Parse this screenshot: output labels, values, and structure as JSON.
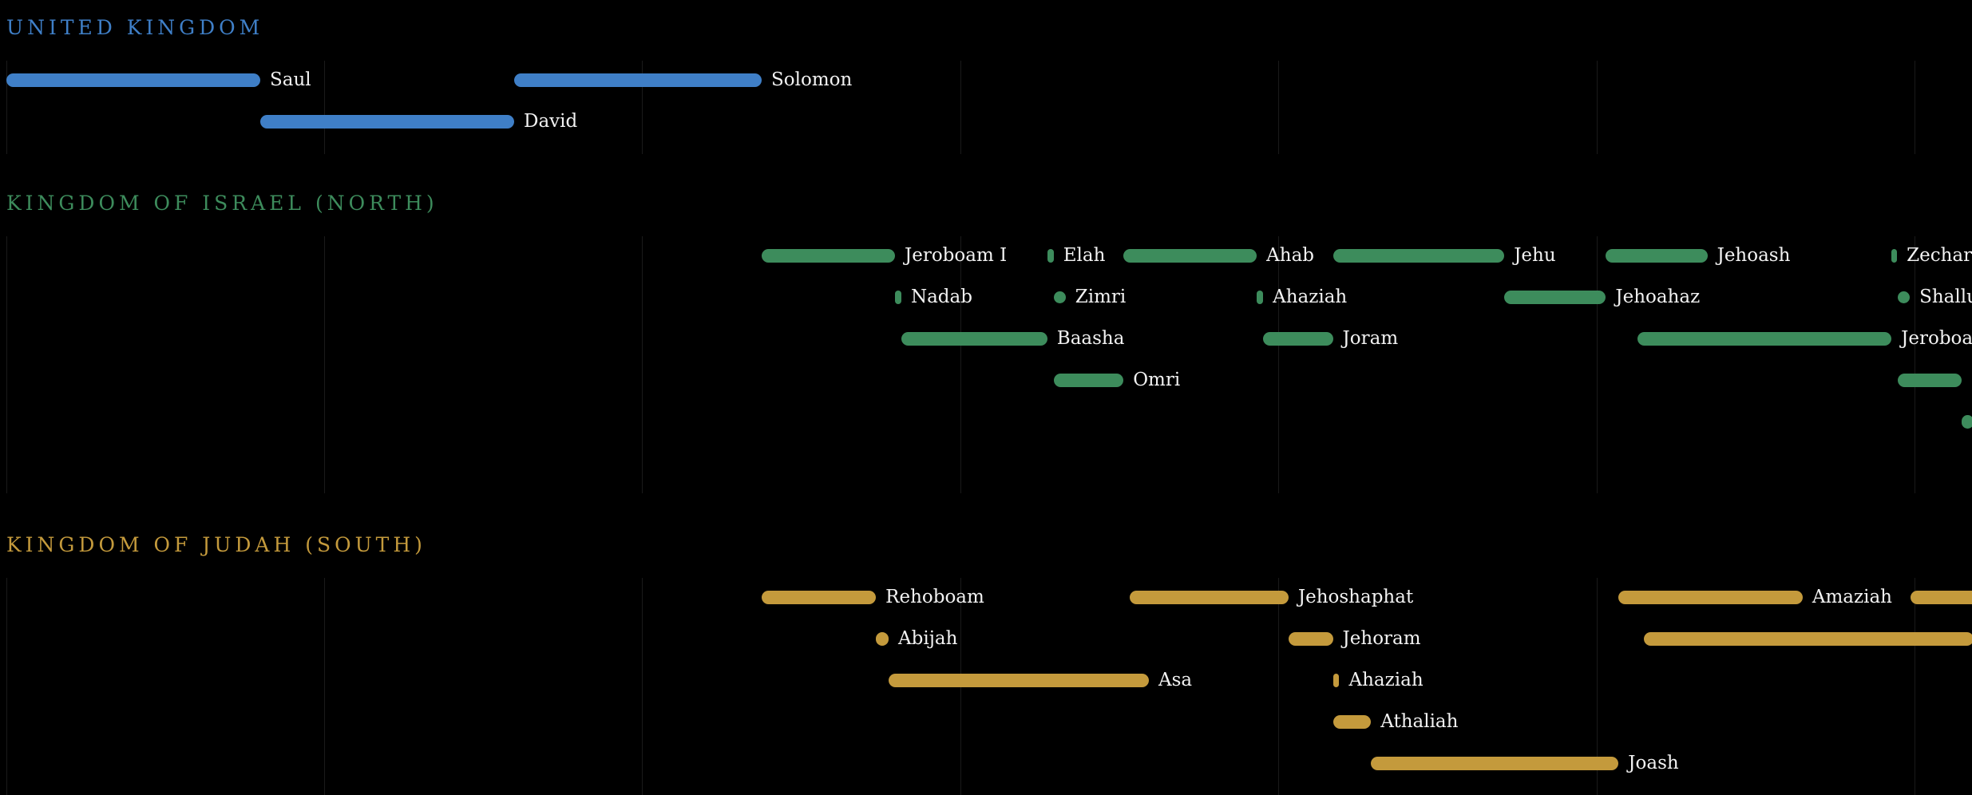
{
  "chart_data": {
    "type": "timeline",
    "sections": [
      {
        "title": "UNITED KINGDOM",
        "color": "#3f7fc7",
        "reigns": [
          {
            "name": "Saul",
            "start": 0,
            "end": 40,
            "lane": 0
          },
          {
            "name": "Solomon",
            "start": 80,
            "end": 119,
            "lane": 0
          },
          {
            "name": "David",
            "start": 40,
            "end": 80,
            "lane": 1
          }
        ]
      },
      {
        "title": "KINGDOM OF ISRAEL (NORTH)",
        "color": "#3d8c5c",
        "reigns": [
          {
            "name": "Jeroboam I",
            "start": 119,
            "end": 140,
            "lane": 0
          },
          {
            "name": "Elah",
            "start": 164,
            "end": 165,
            "lane": 0
          },
          {
            "name": "Ahab",
            "start": 176,
            "end": 197,
            "lane": 0
          },
          {
            "name": "Jehu",
            "start": 209,
            "end": 236,
            "lane": 0
          },
          {
            "name": "Jehoash",
            "start": 252,
            "end": 268,
            "lane": 0
          },
          {
            "name": "Zechariah",
            "start": 297,
            "end": 297.5,
            "lane": 0
          },
          {
            "name": "Nadab",
            "start": 140,
            "end": 141,
            "lane": 1
          },
          {
            "name": "Zimri",
            "start": 165,
            "end": 165.1,
            "lane": 1
          },
          {
            "name": "Ahaziah",
            "start": 197,
            "end": 198,
            "lane": 1
          },
          {
            "name": "Jehoahaz",
            "start": 236,
            "end": 252,
            "lane": 1
          },
          {
            "name": "Shallum",
            "start": 298,
            "end": 298.1,
            "lane": 1
          },
          {
            "name": "Baasha",
            "start": 141,
            "end": 164,
            "lane": 2
          },
          {
            "name": "Joram",
            "start": 198,
            "end": 209,
            "lane": 2
          },
          {
            "name": "Jeroboam II",
            "start": 257,
            "end": 297,
            "lane": 2
          },
          {
            "name": "Omri",
            "start": 165,
            "end": 176,
            "lane": 3
          },
          {
            "name": "",
            "start": 298,
            "end": 308,
            "lane": 3
          },
          {
            "name": "",
            "start": 308,
            "end": 310,
            "lane": 4
          }
        ]
      },
      {
        "title": "KINGDOM OF JUDAH (SOUTH)",
        "color": "#c49a3c",
        "reigns": [
          {
            "name": "Rehoboam",
            "start": 119,
            "end": 137,
            "lane": 0
          },
          {
            "name": "Jehoshaphat",
            "start": 177,
            "end": 202,
            "lane": 0
          },
          {
            "name": "Amaziah",
            "start": 254,
            "end": 283,
            "lane": 0
          },
          {
            "name": "",
            "start": 300,
            "end": 320,
            "lane": 0
          },
          {
            "name": "Abijah",
            "start": 137,
            "end": 139,
            "lane": 1
          },
          {
            "name": "Jehoram",
            "start": 202,
            "end": 209,
            "lane": 1
          },
          {
            "name": "",
            "start": 258,
            "end": 310,
            "lane": 1
          },
          {
            "name": "Asa",
            "start": 139,
            "end": 180,
            "lane": 2
          },
          {
            "name": "Ahaziah",
            "start": 209,
            "end": 210,
            "lane": 2
          },
          {
            "name": "Athaliah",
            "start": 209,
            "end": 215,
            "lane": 3
          },
          {
            "name": "Joash",
            "start": 215,
            "end": 254,
            "lane": 4
          }
        ]
      }
    ]
  }
}
